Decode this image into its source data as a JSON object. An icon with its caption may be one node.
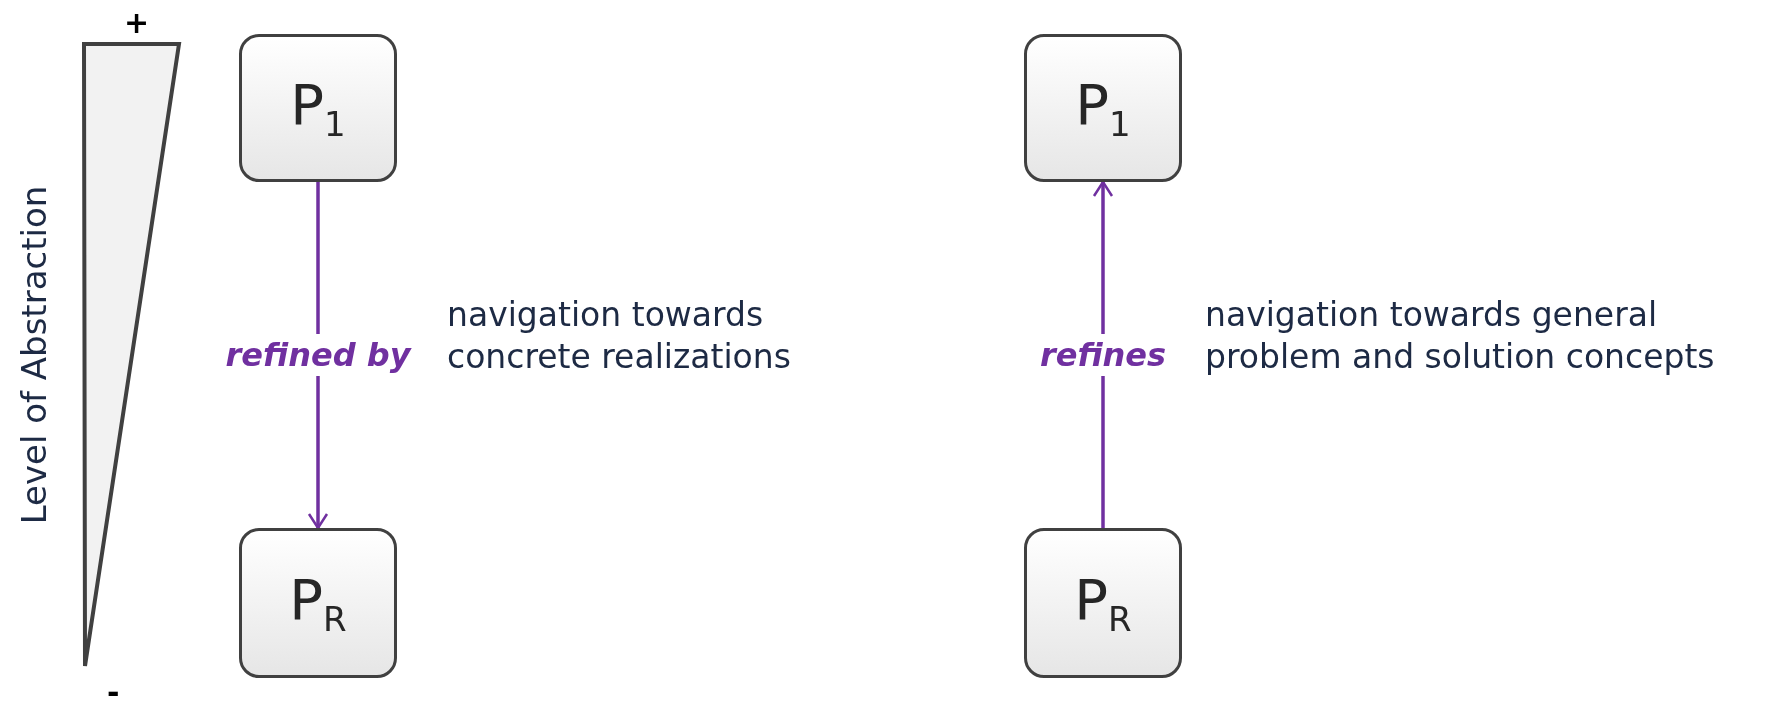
{
  "diagram": {
    "nodes": [
      {
        "text": [
          "P$_{1}$"
        ]
      },
      {
        "text": [
          "P$_{R}$"
        ]
      },
      {
        "text": [
          "P$_{1}$"
        ]
      },
      {
        "text": [
          "P$_{R}$"
        ]
      }
    ],
    "edges": [
      {
        "from": 0,
        "to": 1,
        "arrow": "to",
        "label": "refined by"
      },
      {
        "from": 3,
        "to": 2,
        "arrow": "to",
        "label": "refines"
      }
    ],
    "labels": [
      "+",
      "Level of Abstraction",
      "navigation towards concrete realizations",
      "navigation towards general problem and solution concepts",
      "-"
    ]
  }
}
